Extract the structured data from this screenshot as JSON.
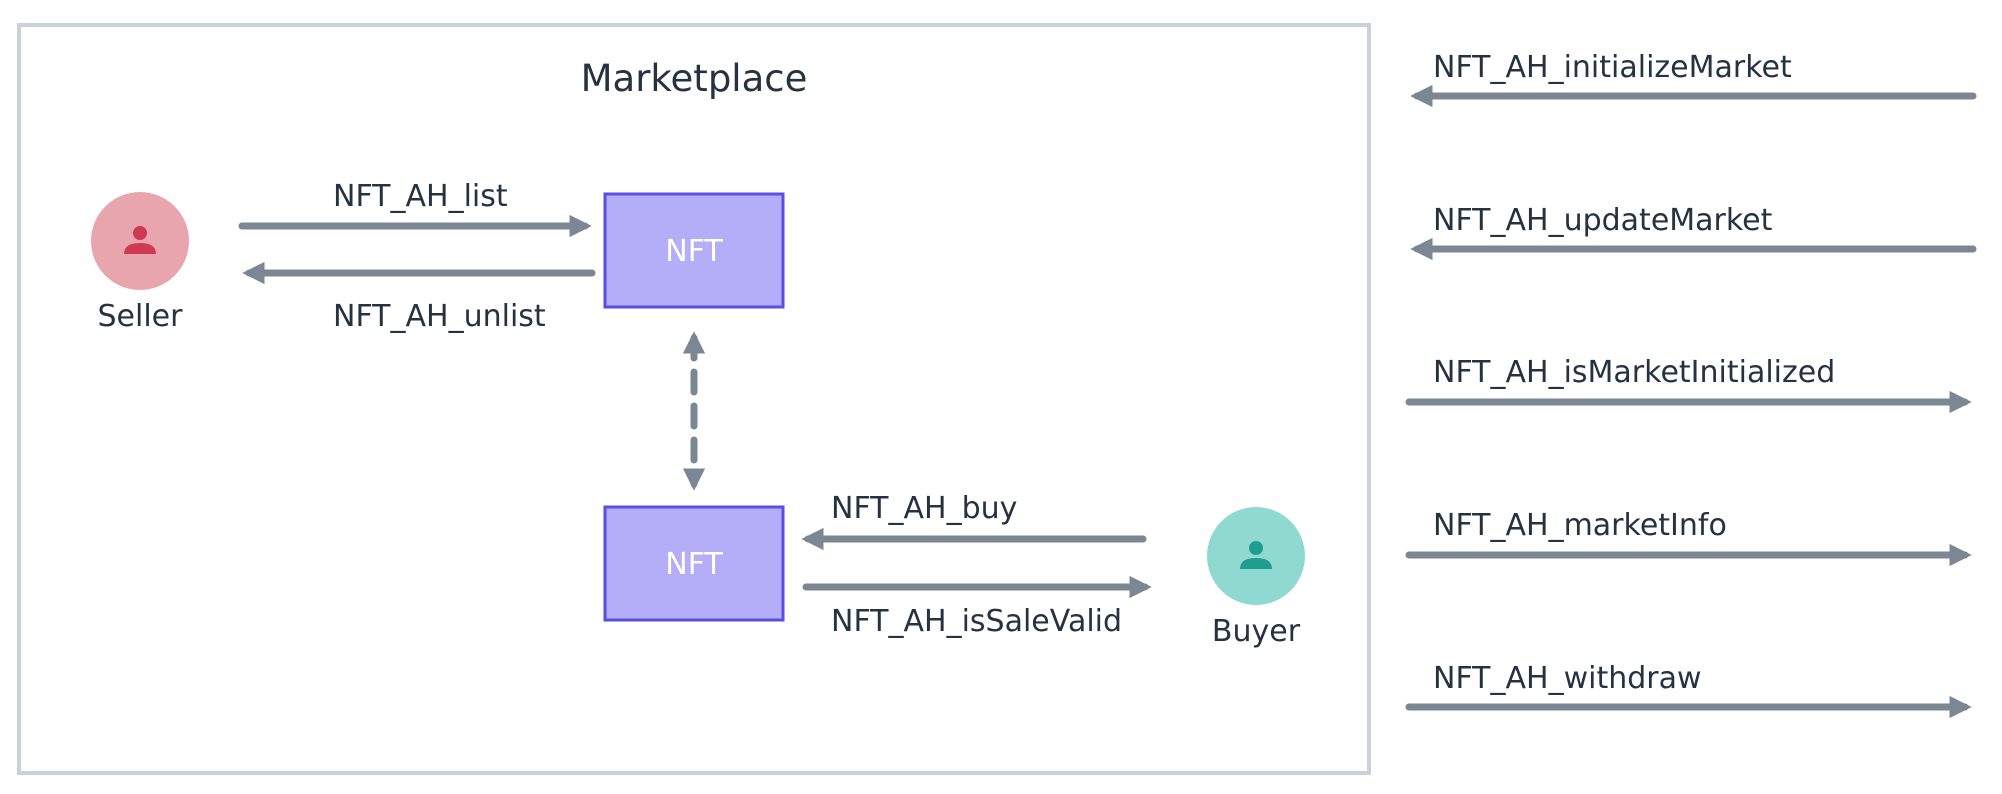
{
  "colors": {
    "frame": "#c9d1d9",
    "arrow": "#7b8793",
    "text": "#253341",
    "nft_fill": "#b3aef7",
    "nft_stroke": "#5a4ee6",
    "seller_fill": "#e9a5ad",
    "seller_icon": "#cf3a53",
    "buyer_fill": "#8fd9d0",
    "buyer_icon": "#1f9e8f"
  },
  "marketplace": {
    "title": "Marketplace",
    "seller": {
      "label": "Seller",
      "icon": "person-icon"
    },
    "buyer": {
      "label": "Buyer",
      "icon": "person-icon"
    },
    "nft_top": {
      "label": "NFT"
    },
    "nft_bottom": {
      "label": "NFT"
    },
    "arrows": {
      "list": "NFT_AH_list",
      "unlist": "NFT_AH_unlist",
      "buy": "NFT_AH_buy",
      "is_sale_valid": "NFT_AH_isSaleValid"
    }
  },
  "external_calls": [
    {
      "label": "NFT_AH_initializeMarket",
      "direction": "in"
    },
    {
      "label": "NFT_AH_updateMarket",
      "direction": "in"
    },
    {
      "label": "NFT_AH_isMarketInitialized",
      "direction": "out"
    },
    {
      "label": "NFT_AH_marketInfo",
      "direction": "out"
    },
    {
      "label": "NFT_AH_withdraw",
      "direction": "out"
    }
  ]
}
